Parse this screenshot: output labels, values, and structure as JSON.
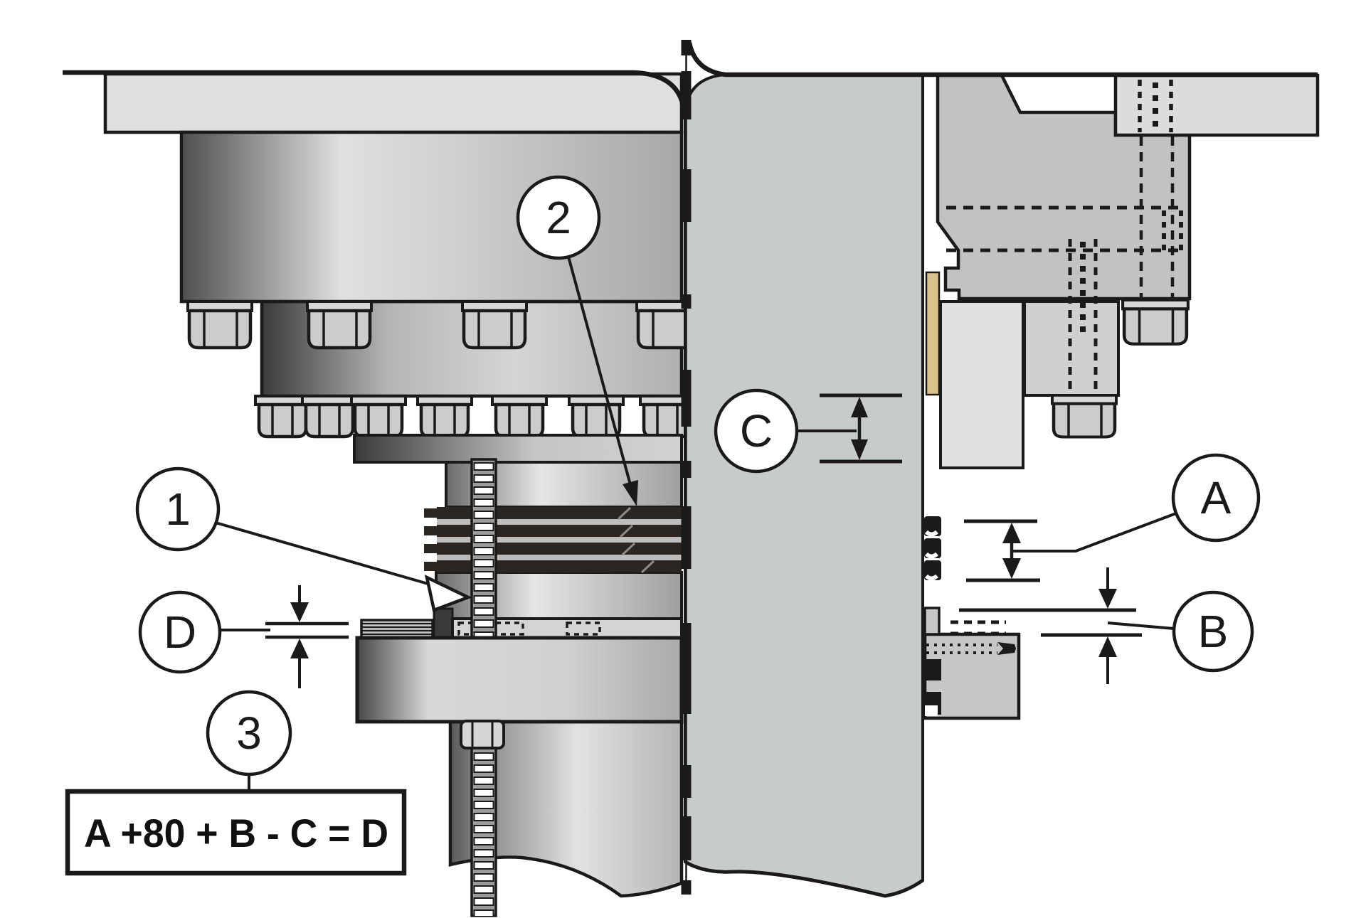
{
  "figure": {
    "kind": "technical-cross-section-diagram",
    "callouts": {
      "c1": "1",
      "c2": "2",
      "c3": "3",
      "ca": "A",
      "cb": "B",
      "cc": "C",
      "cd": "D"
    },
    "formula": "A +80 + B - C = D",
    "palette": {
      "outline": "#1c1a19",
      "white": "#ffffff",
      "light_gray": "#dfdfdf",
      "mid_gray": "#c2c2c2",
      "plate_gray": "#c8cbcc",
      "piston_gray": "#e0e0e0",
      "part_gray": "#c6c6c6",
      "clutch_dark": "#2b2622",
      "tan": "#d9c28b"
    }
  }
}
